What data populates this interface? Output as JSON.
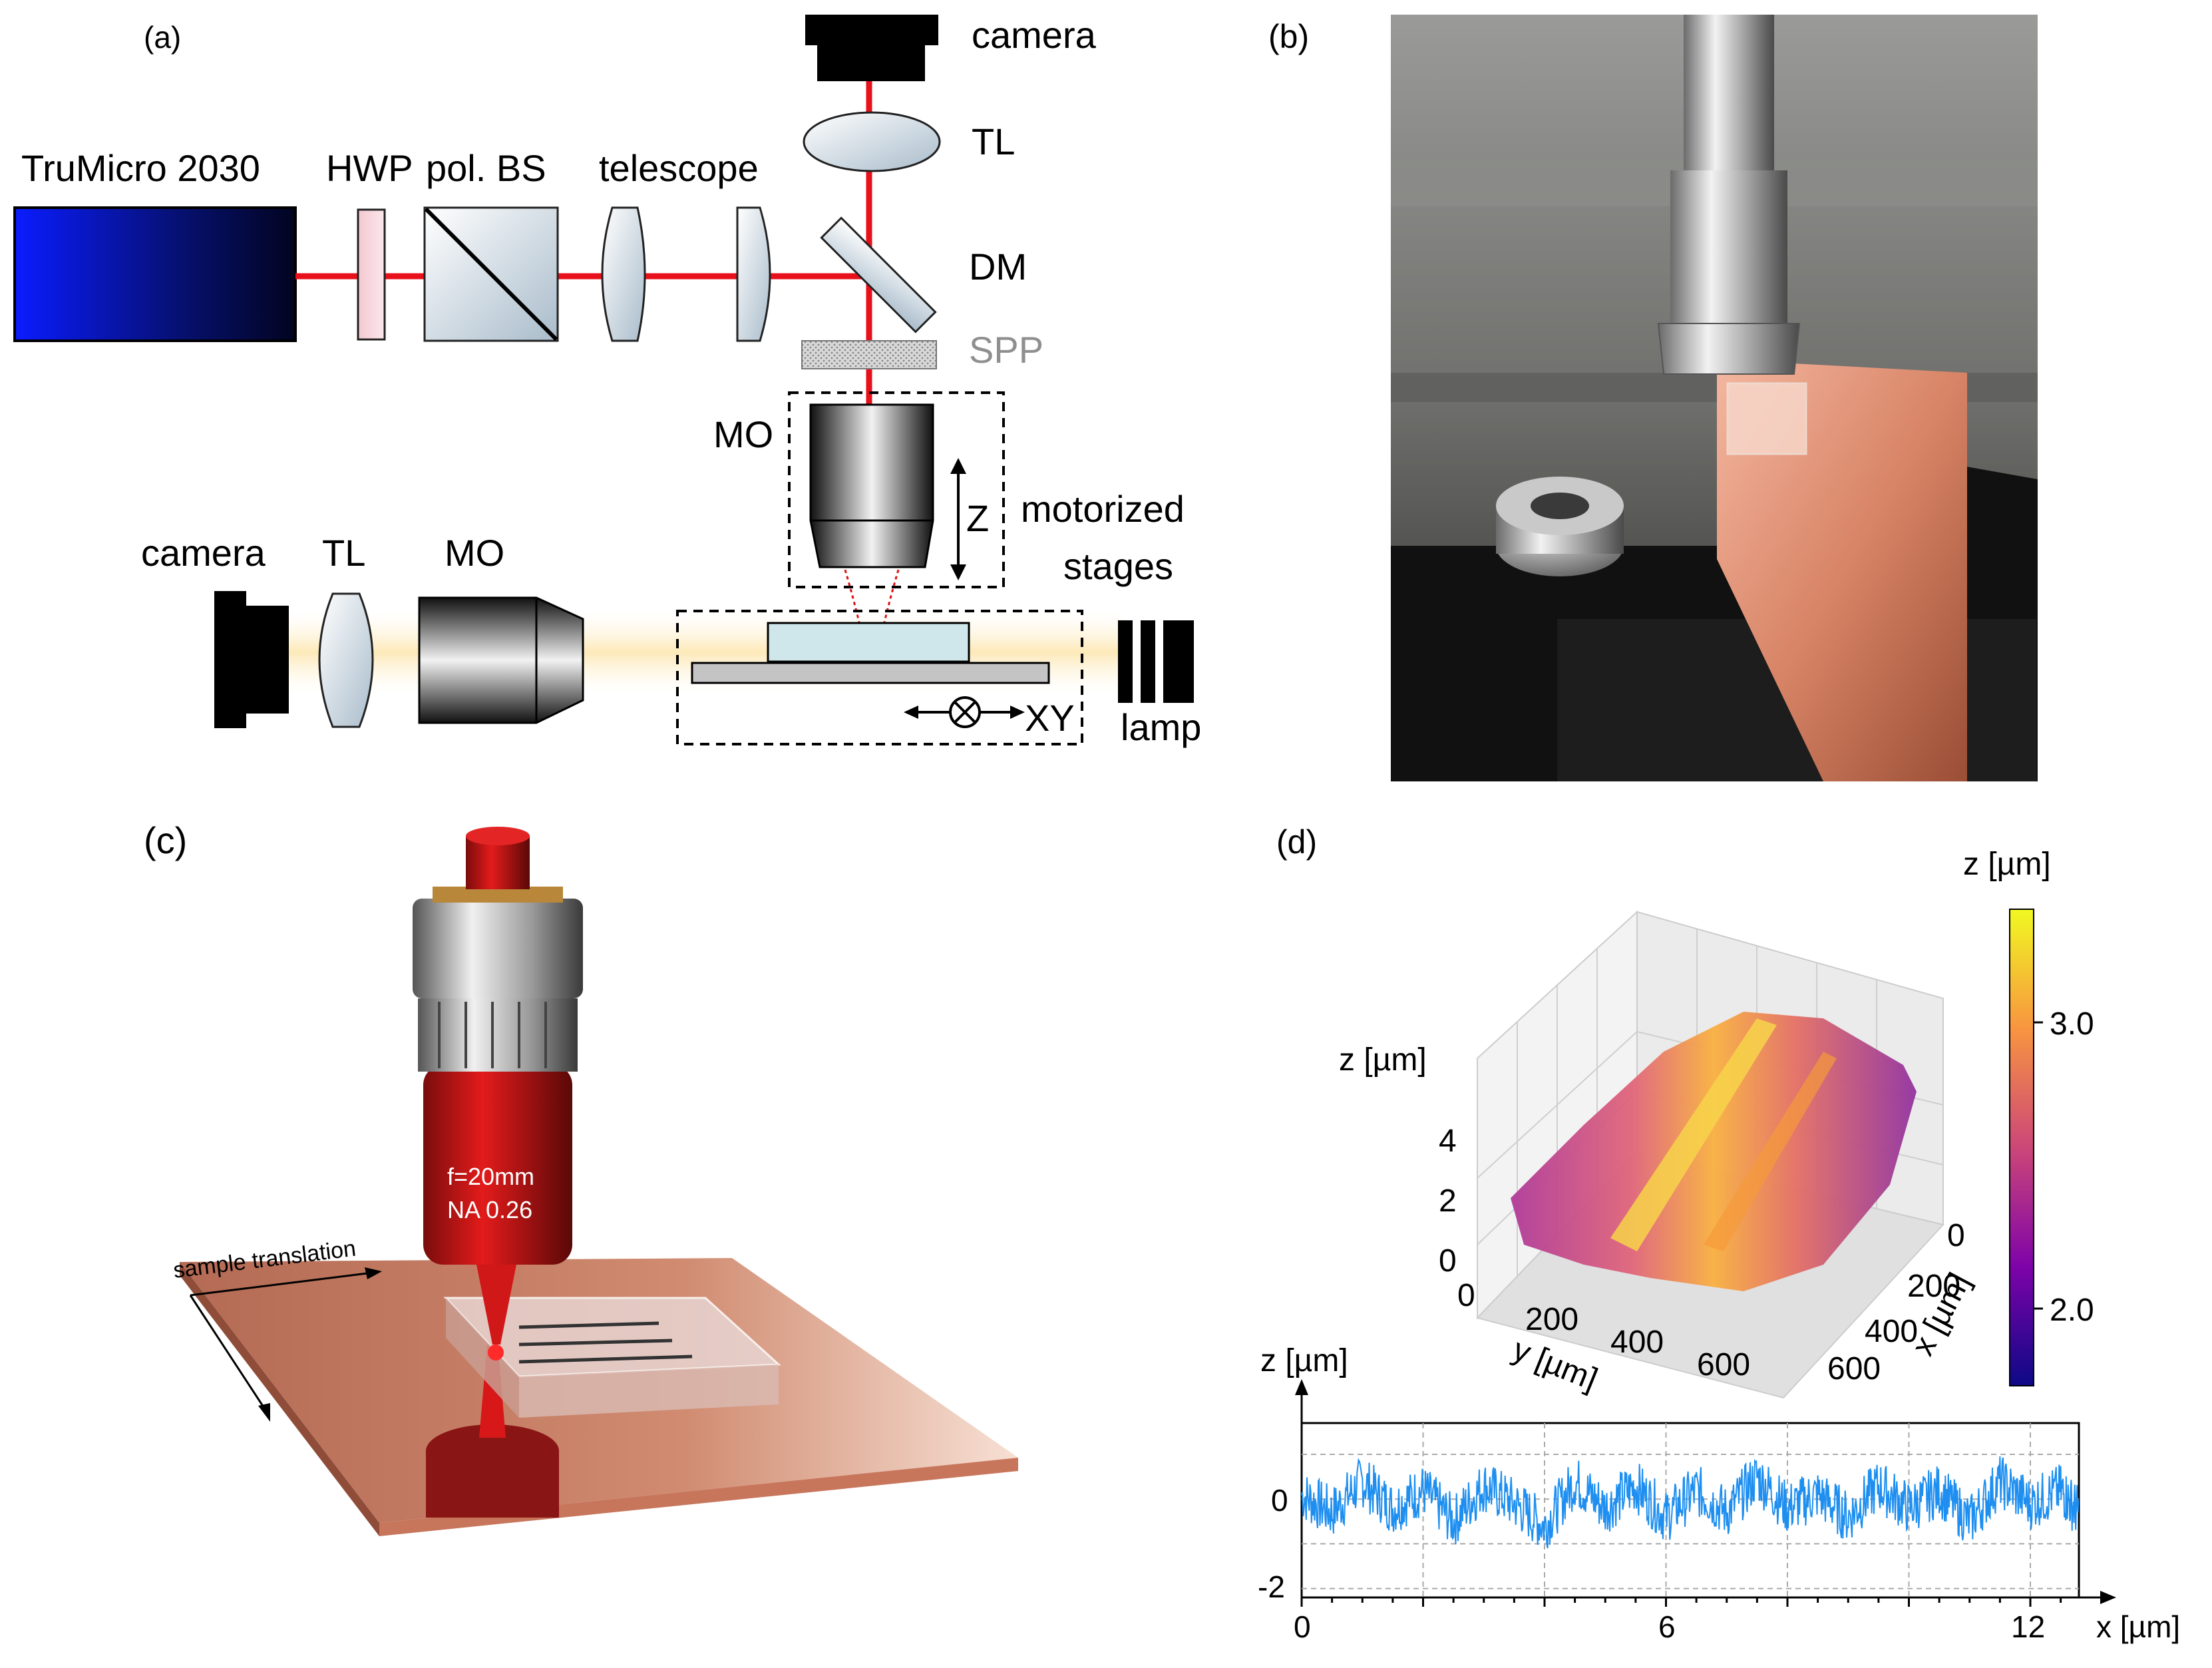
{
  "panel_a": {
    "label": "(a)",
    "laser": "TruMicro 2030",
    "hwp": "HWP",
    "pbs": "pol. BS",
    "telescope": "telescope",
    "camera_top": "camera",
    "tl_top": "TL",
    "dm": "DM",
    "spp": "SPP",
    "mo_top": "MO",
    "z": "Z",
    "stages_1": "motorized",
    "stages_2": "stages",
    "camera_side": "camera",
    "tl_side": "TL",
    "mo_side": "MO",
    "xy": "XY",
    "lamp": "lamp"
  },
  "panel_b": {
    "label": "(b)"
  },
  "panel_c": {
    "label": "(c)",
    "focal": "f=20mm",
    "na": "NA 0.26",
    "translation": "sample translation"
  },
  "panel_d": {
    "label": "(d)",
    "surface": {
      "zlabel": "z [µm]",
      "z_ticks": [
        "0",
        "2",
        "4"
      ],
      "y_ticks": [
        "0",
        "200",
        "400",
        "600"
      ],
      "ylabel": "y [µm]",
      "x_ticks": [
        "0",
        "200",
        "400",
        "600"
      ],
      "xlabel": "x [µm]",
      "colorbar_label": "z [µm]",
      "colorbar_ticks": [
        "3.0",
        "2.0"
      ],
      "colormap": "plasma"
    },
    "profile": {
      "ylabel": "z [µm]",
      "xlabel": "x [µm]",
      "y_ticks": [
        "0",
        "-2"
      ],
      "x_ticks": [
        "0",
        "6",
        "12"
      ],
      "line_color": "#1e8ff0"
    }
  },
  "chart_data": [
    {
      "type": "heatmap",
      "note_surface": "3D surface topography",
      "x": [
        0,
        200,
        400,
        600
      ],
      "y": [
        0,
        200,
        400,
        600
      ],
      "zlim": [
        0,
        5
      ],
      "color_range": [
        1.7,
        3.4
      ]
    },
    {
      "type": "line",
      "xlim": [
        0,
        12.8
      ],
      "ylim": [
        -2.2,
        1.7
      ],
      "x_ticks": [
        0,
        6,
        12
      ],
      "y_ticks": [
        -2,
        0
      ],
      "grid": true,
      "series": [
        {
          "x": [
            0,
            0.5,
            1,
            1.5,
            2,
            2.5,
            3,
            3.5,
            4,
            4.5,
            5,
            5.5,
            6,
            6.5,
            7,
            7.5,
            8,
            8.5,
            9,
            9.5,
            10,
            10.5,
            11,
            11.5,
            12,
            12.5,
            12.8
          ],
          "y": [
            0.1,
            -0.3,
            0.4,
            -0.2,
            0.2,
            -0.5,
            0.3,
            -0.1,
            -0.6,
            0.4,
            -0.2,
            0.3,
            -0.4,
            0.2,
            -0.3,
            0.5,
            -0.2,
            0.1,
            -0.4,
            0.3,
            -0.2,
            0.2,
            -0.5,
            0.4,
            -0.1,
            0.2,
            -0.3
          ]
        }
      ]
    }
  ]
}
